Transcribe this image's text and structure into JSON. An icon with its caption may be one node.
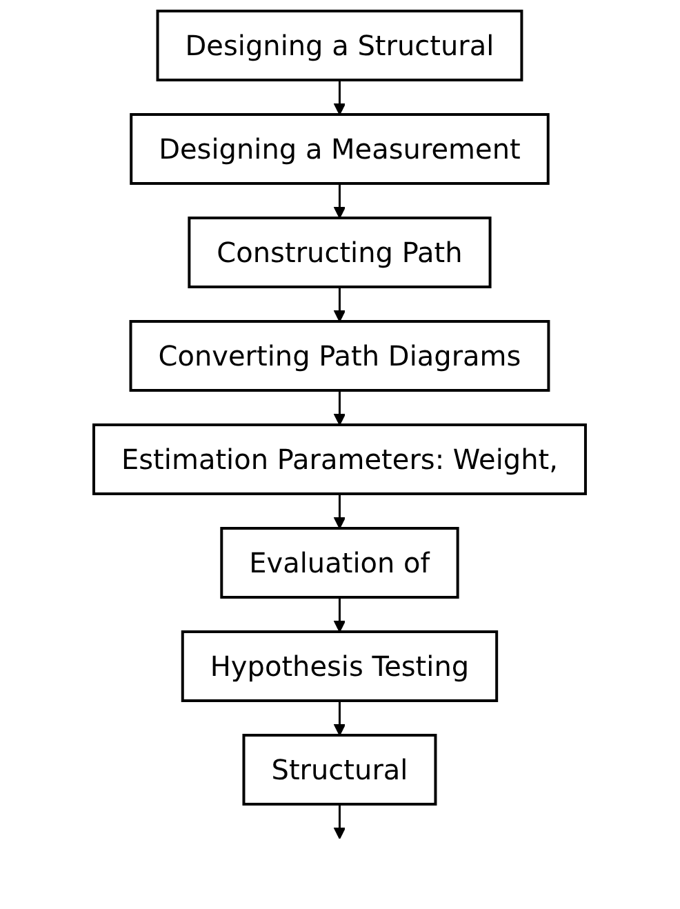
{
  "diagram": {
    "nodes": [
      {
        "text": [
          "Designing a Structural"
        ]
      },
      {
        "text": [
          "Designing a Measurement"
        ]
      },
      {
        "text": [
          "Constructing Path"
        ]
      },
      {
        "text": [
          "Converting Path Diagrams"
        ]
      },
      {
        "text": [
          "Estimation Parameters: Weight,"
        ]
      },
      {
        "text": [
          "Evaluation of"
        ]
      },
      {
        "text": [
          "Hypothesis Testing"
        ]
      },
      {
        "text": [
          "Structural"
        ]
      }
    ],
    "edges": [
      {
        "from": 0,
        "to": 1,
        "arrow": "to"
      },
      {
        "from": 1,
        "to": 2,
        "arrow": "to"
      },
      {
        "from": 2,
        "to": 3,
        "arrow": "to"
      },
      {
        "from": 3,
        "to": 4,
        "arrow": "to"
      },
      {
        "from": 4,
        "to": 5,
        "arrow": "to"
      },
      {
        "from": 5,
        "to": 6,
        "arrow": "to"
      },
      {
        "from": 6,
        "to": 7,
        "arrow": "to"
      },
      {
        "from": 7,
        "to": null,
        "arrow": "to"
      }
    ]
  }
}
